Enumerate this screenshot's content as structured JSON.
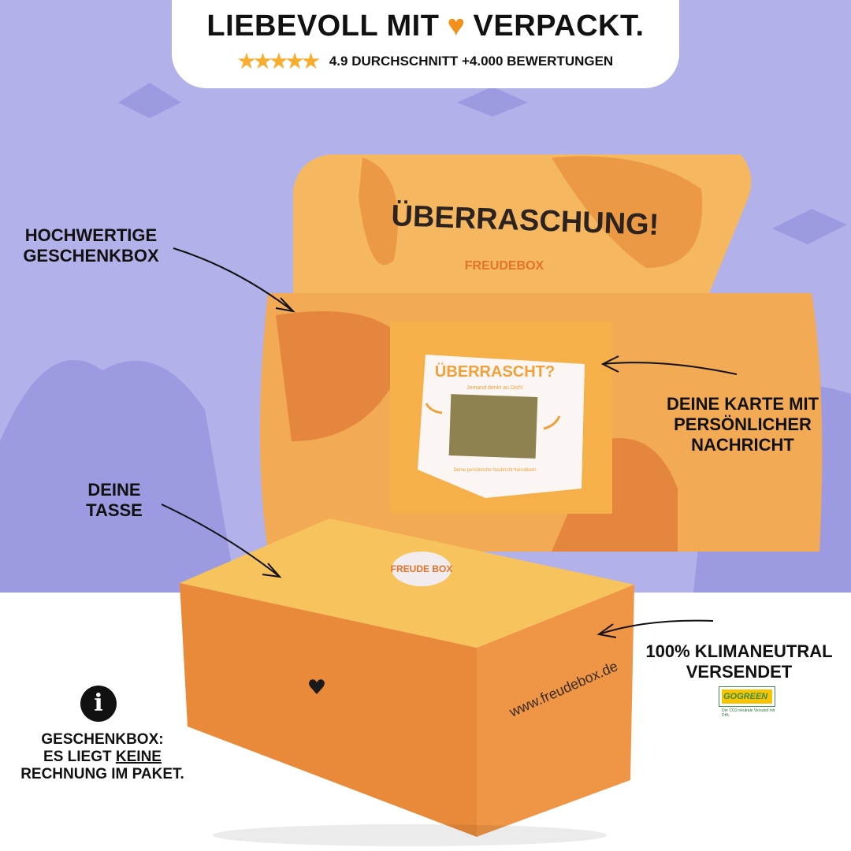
{
  "header": {
    "title_before": "LIEBEVOLL MIT",
    "title_after": "VERPACKT.",
    "heart_icon": "heart",
    "stars": "★★★★★",
    "rating_text": "4.9 DURCHSCHNITT +4.000 BEWERTUNGEN"
  },
  "box": {
    "lid_text": "ÜBERRASCHUNG!",
    "brand": "FREUDEBOX",
    "card_title": "ÜBERRASCHT?",
    "card_subtitle": "Jemand denkt an Dich!",
    "card_footer": "Deine persönliche Nachricht freirubbeln",
    "sticker": "FREUDE BOX",
    "website": "www.freudebox.de"
  },
  "labels": {
    "box_quality": [
      "HOCHWERTIGE",
      "GESCHENKBOX"
    ],
    "mug": [
      "DEINE",
      "TASSE"
    ],
    "card": [
      "DEINE KARTE MIT",
      "PERSÖNLICHER",
      "NACHRICHT"
    ],
    "climate": [
      "100% KLIMANEUTRAL",
      "VERSENDET"
    ],
    "invoice": {
      "line1": "GESCHENKBOX:",
      "line2_pre": "ES LIEGT ",
      "line2_underlined": "KEINE",
      "line3": "RECHNUNG IM PAKET."
    }
  },
  "gogreen": {
    "logo": "GOGREEN",
    "caption": "Der CO2-neutrale Versand mit DHL"
  },
  "colors": {
    "background": "#b2b1ea",
    "accent": "#f2901a",
    "box": "#e98a3a"
  }
}
